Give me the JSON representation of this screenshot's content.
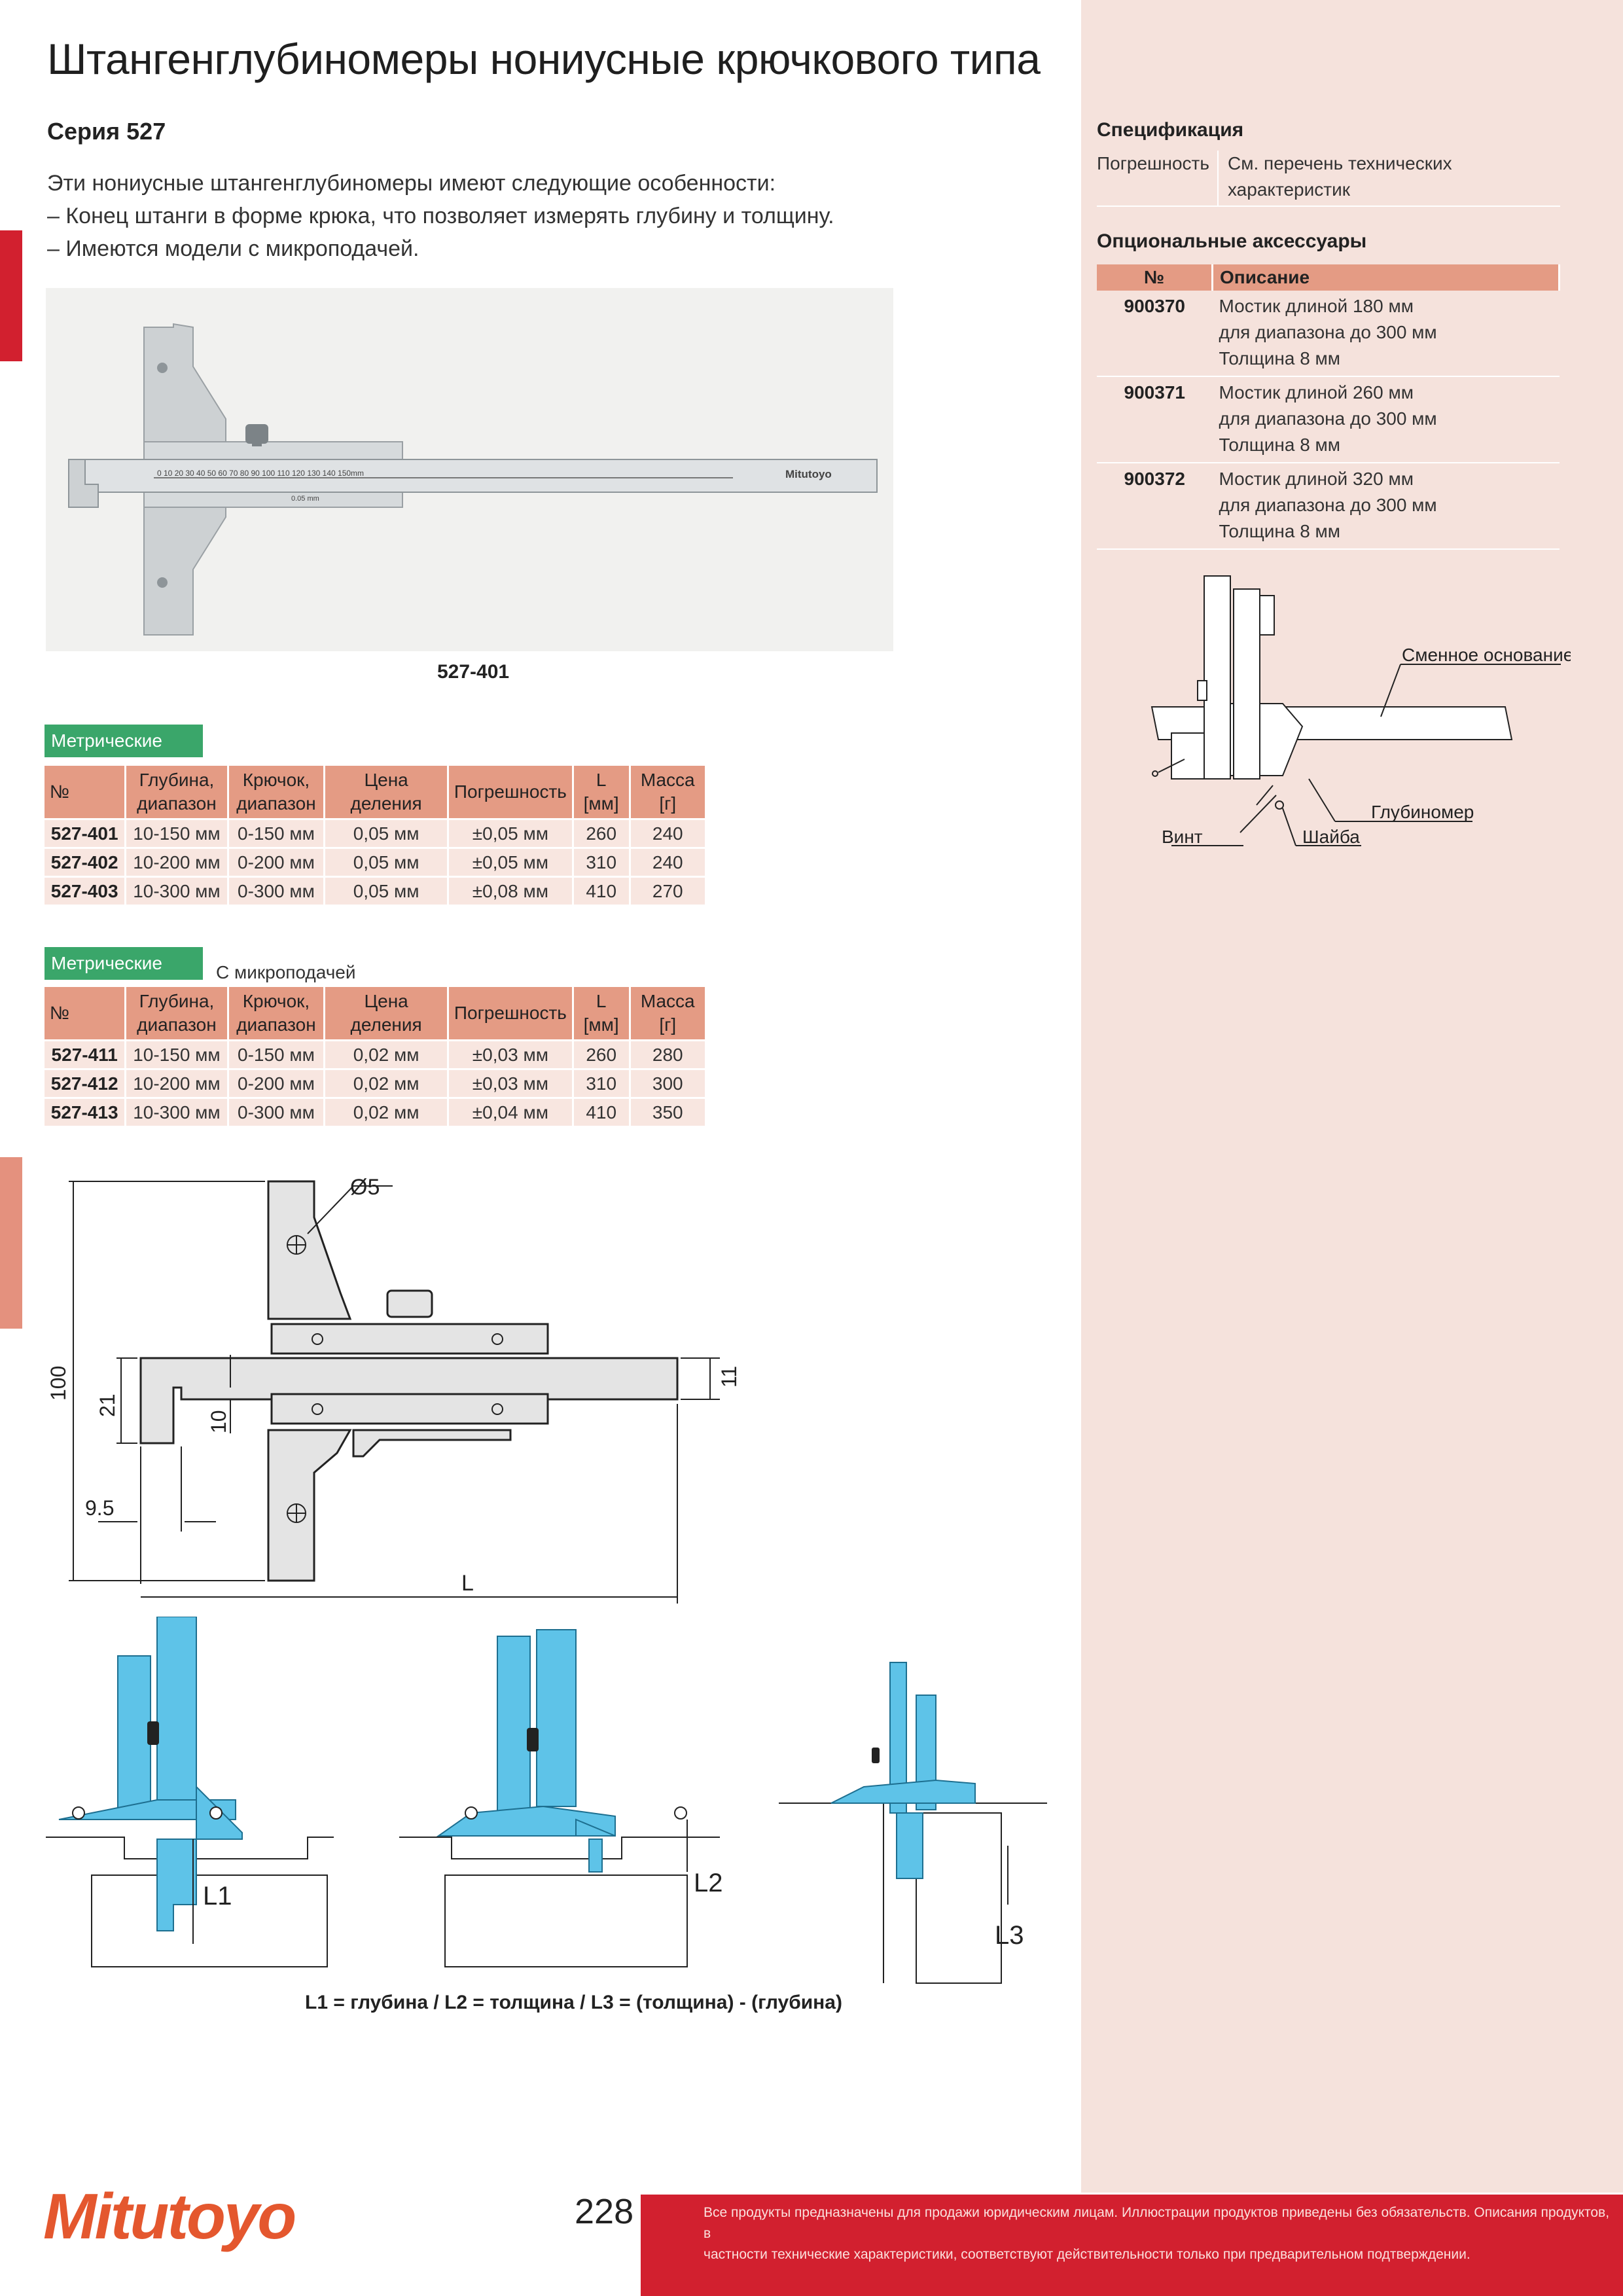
{
  "title": "Штангенглубиномеры нониусные крючкового типа",
  "series": "Серия 527",
  "intro": [
    "Эти нониусные штангенглубиномеры имеют следующие особенности:",
    "–  Конец штанги в форме крюка, что позволяет измерять глубину и толщину.",
    "–  Имеются модели с микроподачей."
  ],
  "photo": {
    "caption": "527-401",
    "scale_text": "0  10  20  30  40  50  60  70  80  90  100  110  120  130  140  150mm",
    "brand": "Mitutoyo",
    "vernier": "0.05 mm"
  },
  "table1": {
    "tag": "Метрические",
    "headers": [
      "№",
      "Глубина, диапазон",
      "Крючок, диапазон",
      "Цена деления",
      "Погрешность",
      "L [мм]",
      "Масса [г]"
    ],
    "rows": [
      [
        "527-401",
        "10-150 мм",
        "0-150 мм",
        "0,05 мм",
        "±0,05 мм",
        "260",
        "240"
      ],
      [
        "527-402",
        "10-200 мм",
        "0-200 мм",
        "0,05 мм",
        "±0,05 мм",
        "310",
        "240"
      ],
      [
        "527-403",
        "10-300 мм",
        "0-300 мм",
        "0,05 мм",
        "±0,08 мм",
        "410",
        "270"
      ]
    ]
  },
  "table2": {
    "tag": "Метрические",
    "subtitle": "С микроподачей",
    "headers": [
      "№",
      "Глубина, диапазон",
      "Крючок, диапазон",
      "Цена деления",
      "Погрешность",
      "L [мм]",
      "Масса [г]"
    ],
    "rows": [
      [
        "527-411",
        "10-150 мм",
        "0-150 мм",
        "0,02 мм",
        "±0,03 мм",
        "260",
        "280"
      ],
      [
        "527-412",
        "10-200 мм",
        "0-200 мм",
        "0,02 мм",
        "±0,03 мм",
        "310",
        "300"
      ],
      [
        "527-413",
        "10-300 мм",
        "0-300 мм",
        "0,02 мм",
        "±0,04 мм",
        "410",
        "350"
      ]
    ]
  },
  "drawing": {
    "hole": "Ø5",
    "d100": "100",
    "d21": "21",
    "d10": "10",
    "d95": "9.5",
    "d11": "11",
    "dL": "L"
  },
  "usage": {
    "l1": "L1",
    "l2": "L2",
    "l3": "L3",
    "formula": "L1 = глубина / L2 = толщина / L3 = (толщина) - (глубина)"
  },
  "side": {
    "spec_title": "Спецификация",
    "spec_label": "Погрешность",
    "spec_value": [
      "См. перечень технических",
      "характеристик"
    ],
    "acc_title": "Опциональные аксессуары",
    "acc_headers": [
      "№",
      "Описание"
    ],
    "acc_rows": [
      {
        "num": "900370",
        "desc": [
          "Мостик длиной 180 мм",
          "для диапазона до 300 мм",
          "Толщина 8 мм"
        ]
      },
      {
        "num": "900371",
        "desc": [
          "Мостик длиной 260 мм",
          "для диапазона до 300 мм",
          "Толщина 8 мм"
        ]
      },
      {
        "num": "900372",
        "desc": [
          "Мостик длиной 320 мм",
          "для диапазона до 300 мм",
          "Толщина 8 мм"
        ]
      }
    ],
    "fig_labels": {
      "base": "Сменное основание",
      "gauge": "Глубиномер",
      "screw": "Винт",
      "washer": "Шайба"
    }
  },
  "footer": {
    "logo": "Mitutoyo",
    "page": "228",
    "disclaimer": [
      "Все продукты предназначены для продажи юридическим лицам. Иллюстрации продуктов приведены без обязательств. Описания продуктов, в",
      "частности технические характеристики, соответствуют действительности только при предварительном подтверждении."
    ]
  },
  "colors": {
    "accent_red": "#d2202f",
    "salmon": "#e49b84",
    "green": "#3aa66a",
    "panel": "#f5e2dc",
    "blue": "#5ec3e8"
  }
}
